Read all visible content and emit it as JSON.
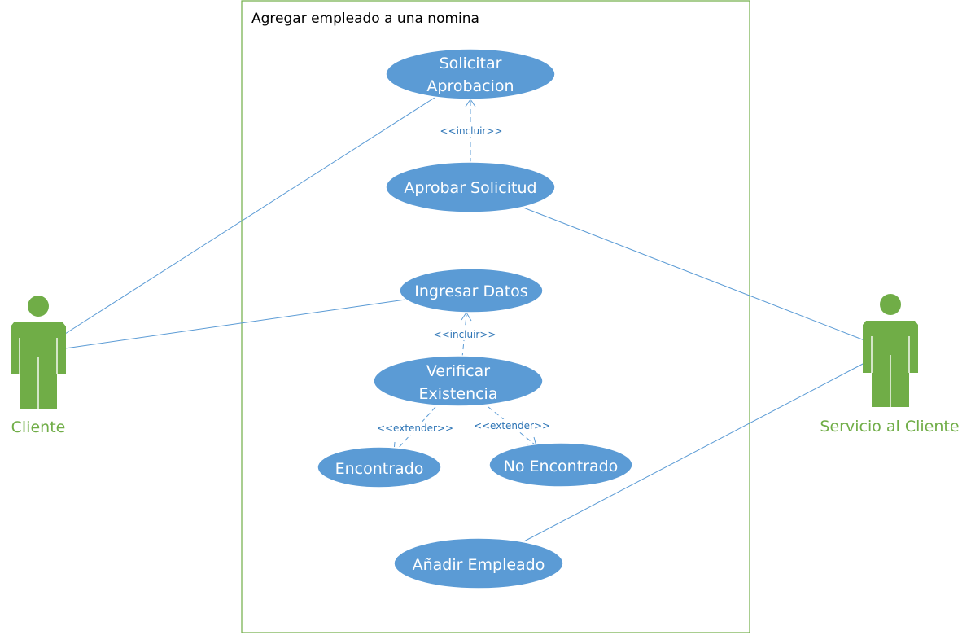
{
  "system": {
    "title": "Agregar empleado a una nomina"
  },
  "actors": {
    "cliente": {
      "label": "Cliente"
    },
    "servicio": {
      "label": "Servicio al Cliente"
    }
  },
  "use_cases": {
    "solicitar": {
      "line1": "Solicitar",
      "line2": "Aprobacion"
    },
    "aprobar": {
      "label": "Aprobar Solicitud"
    },
    "ingresar": {
      "label": "Ingresar Datos"
    },
    "verificar": {
      "line1": "Verificar",
      "line2": "Existencia"
    },
    "encontrado": {
      "label": "Encontrado"
    },
    "no_encontrado": {
      "label": "No Encontrado"
    },
    "anadir": {
      "label": "Añadir Empleado"
    }
  },
  "relations": {
    "incluir_1": "<<incluir>>",
    "incluir_2": "<<incluir>>",
    "extender_1": "<<extender>>",
    "extender_2": "<<extender>>"
  },
  "colors": {
    "use_case_fill": "#5b9bd5",
    "actor": "#70ad47",
    "system_border": "#70ad47",
    "line": "#5b9bd5",
    "stereotype_text": "#2e75b6"
  }
}
